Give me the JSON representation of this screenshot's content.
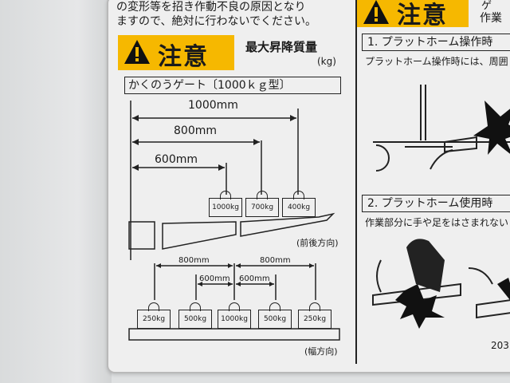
{
  "top_text": {
    "line1": "の変形等を招き作動不良の原因となり",
    "line2": "ますので、絶対に行わないでください。"
  },
  "warning_left": {
    "word": "注意",
    "label_line1": "最大昇降質量",
    "label_line2": "(kg)"
  },
  "gate_title": "かくのうゲート〔1000ｋｇ型〕",
  "front_back": {
    "dims": [
      "1000mm",
      "800mm",
      "600mm"
    ],
    "weights": [
      "1000kg",
      "700kg",
      "400kg"
    ],
    "direction": "(前後方向)"
  },
  "width_dir": {
    "dims_outer": [
      "800mm",
      "800mm"
    ],
    "dims_inner": [
      "600mm",
      "600mm"
    ],
    "weights": [
      "250kg",
      "500kg",
      "1000kg",
      "500kg",
      "250kg"
    ],
    "direction": "(幅方向)"
  },
  "warning_right": {
    "word": "注意",
    "side_top": "ゲ",
    "side_bottom": "作業"
  },
  "section1": {
    "title": "1. プラットホーム操作時",
    "text": "プラットホーム操作時には、周囲"
  },
  "section2": {
    "title": "2. プラットホーム使用時",
    "text": "作業部分に手や足をはさまれない"
  },
  "footer_code": "203",
  "colors": {
    "warning_yellow": "#f6b800",
    "sticker_bg": "#efefef"
  }
}
